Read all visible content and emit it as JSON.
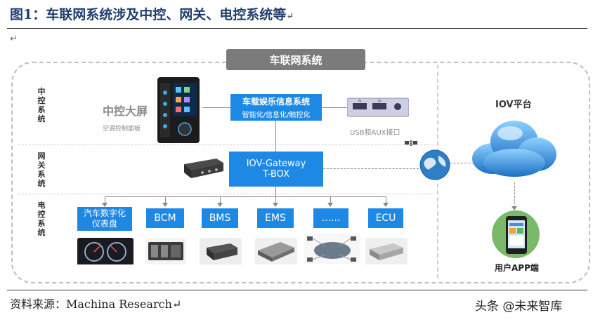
{
  "figure": {
    "title": "图1：车联网系统涉及中控、网关、电控系统等",
    "return_mark": "↵"
  },
  "diagram": {
    "system_title": "车联网系统",
    "sections": {
      "central": "中控系统",
      "gateway": "网关系统",
      "electronic": "电控系统"
    },
    "central_screen": {
      "title": "中控大屏",
      "subtitle": "空调控制面板"
    },
    "infotainment": {
      "title": "车载娱乐信息系统",
      "subtitle": "智能化/信息化/触控化"
    },
    "usb_label": "USB和AUX接口",
    "gateway": {
      "line1": "IOV-Gateway",
      "line2": "T-BOX"
    },
    "ecus": [
      "汽车数字化仪表盘",
      "BCM",
      "BMS",
      "EMS",
      "......",
      "ECU"
    ],
    "iov_platform": "IOV平台",
    "app_label": "用户APP端"
  },
  "footer": {
    "source": "资料来源：Machina Research↵",
    "watermark": "头条 @未来智库"
  },
  "colors": {
    "title_blue": "#1f3e6e",
    "box_blue": "#1e88e5",
    "gray_banner": "#7b7b7b"
  }
}
